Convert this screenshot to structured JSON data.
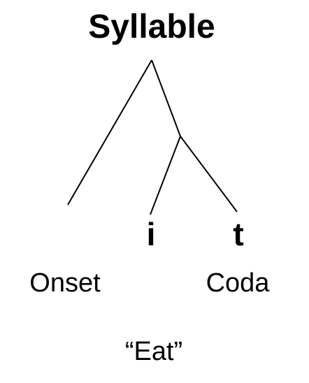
{
  "diagram": {
    "title": "Syllable",
    "segments": [
      "i",
      "t"
    ],
    "roles": {
      "onset": "Onset",
      "coda": "Coda"
    },
    "gloss": "“Eat”",
    "line_color": "#000000"
  }
}
